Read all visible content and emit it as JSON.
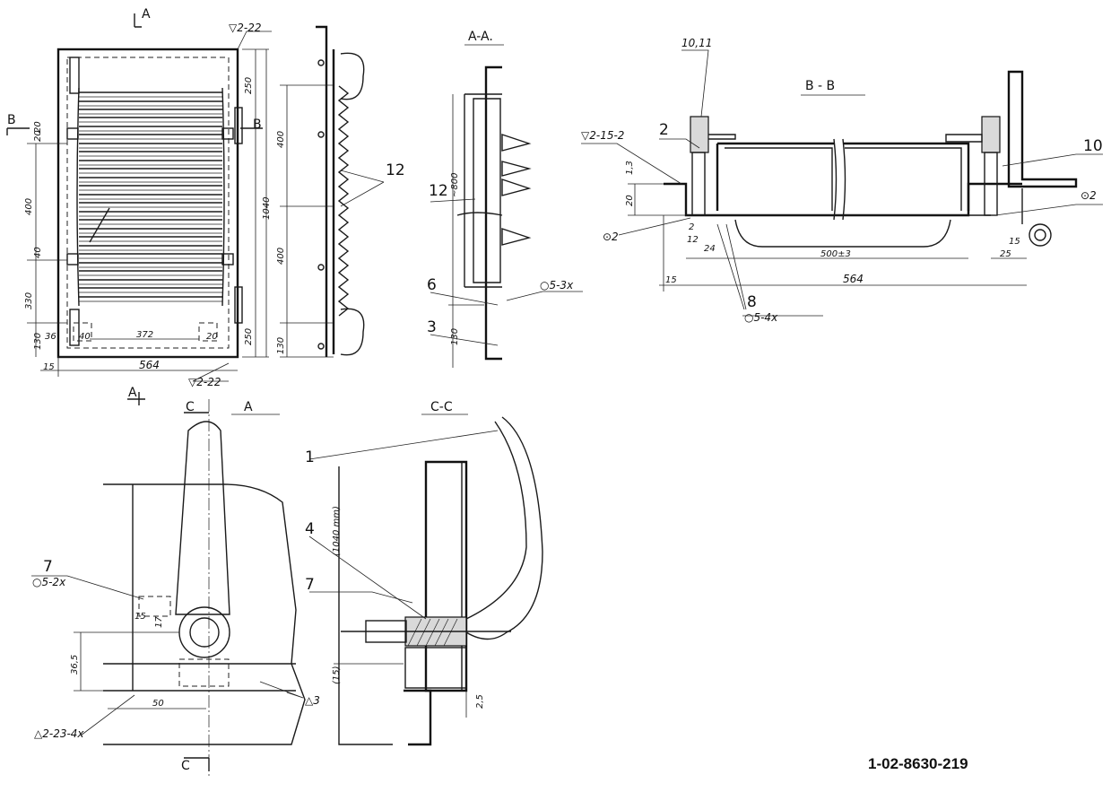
{
  "sections": {
    "a_arrow": "A",
    "b_arrow": "B",
    "c_arrow": "C",
    "section_aa": "A-A.",
    "section_bb": "B - B",
    "view_a": "A",
    "section_cc": "C-C"
  },
  "dims_front": {
    "weld_top": "▽2-22",
    "weld_bottom": "▽2-22",
    "d250_top": "250",
    "d400_right": "400",
    "d1040": "1040",
    "d400_right2": "400",
    "d250_bottom": "250",
    "d20_a": "20",
    "d20_b": "20",
    "d400_left": "400",
    "d40": "40",
    "d330": "330",
    "d130": "130",
    "d36": "36",
    "d40b": "40",
    "d372": "372",
    "d20_c": "20",
    "d15": "15",
    "d564": "564"
  },
  "dims_side": {
    "d400": "400",
    "d1040": "1040",
    "d400b": "400",
    "d130": "130",
    "label12": "12"
  },
  "dims_aa": {
    "d800": "~800",
    "d130": "130",
    "label12": "12",
    "label6": "6",
    "label3": "3",
    "weld": "○5-3x"
  },
  "dims_bb": {
    "label1011": "10,11",
    "label2": "2",
    "label10": "10",
    "weld_top": "▽2-15-2",
    "d13": "1,3",
    "d20": "20",
    "circ2_left": "⊙2",
    "circ2_right": "⊙2",
    "d2": "2",
    "d12": "12",
    "d24": "24",
    "d500": "500±3",
    "d15_right": "15",
    "d25": "25",
    "d15_left": "15",
    "d564": "564",
    "label8": "8",
    "weld8": "○5-4x"
  },
  "dims_a": {
    "label7": "7",
    "weld7": "○5-2x",
    "d15": "15",
    "d17": "17",
    "d365": "36,5",
    "d50": "50",
    "weld_bottom": "△2-23-4x",
    "d3": "△3"
  },
  "dims_cc": {
    "label1": "1",
    "label4": "4",
    "label7": "7",
    "d1040": "(1040 mm)",
    "d15": "(15)",
    "d25": "2,5"
  },
  "drawing_number": "1-02-8630-219"
}
